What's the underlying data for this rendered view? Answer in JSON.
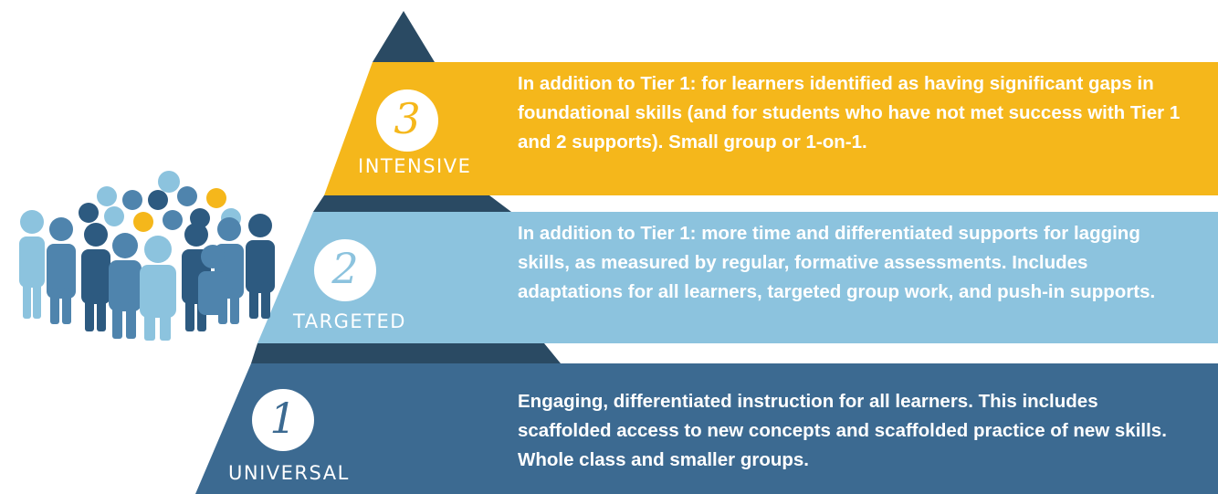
{
  "colors": {
    "dark_navy": "#2a4a63",
    "tier1_blue": "#3c6a91",
    "tier2_lightblue": "#8cc3de",
    "tier3_yellow": "#f5b71b",
    "people_mid": "#4f84ad",
    "people_light": "#8cc3de",
    "people_dark": "#2d5a80"
  },
  "icons": {
    "crowd": "people-crowd-icon"
  },
  "tiers": [
    {
      "number": "3",
      "label": "INTENSIVE",
      "description": "In addition to Tier 1: for learners identified as having significant gaps in foundational skills (and for students who have not met success with Tier 1 and 2 supports). Small group or 1-on-1."
    },
    {
      "number": "2",
      "label": "TARGETED",
      "description": "In addition to Tier 1: more time and differentiated supports for lagging skills, as measured by regular, formative assessments. Includes adaptations for all learners, targeted group work, and push-in supports."
    },
    {
      "number": "1",
      "label": "UNIVERSAL",
      "description": "Engaging, differentiated instruction for all learners. This includes scaffolded access to new concepts and scaffolded practice of new skills. Whole class and smaller groups."
    }
  ]
}
